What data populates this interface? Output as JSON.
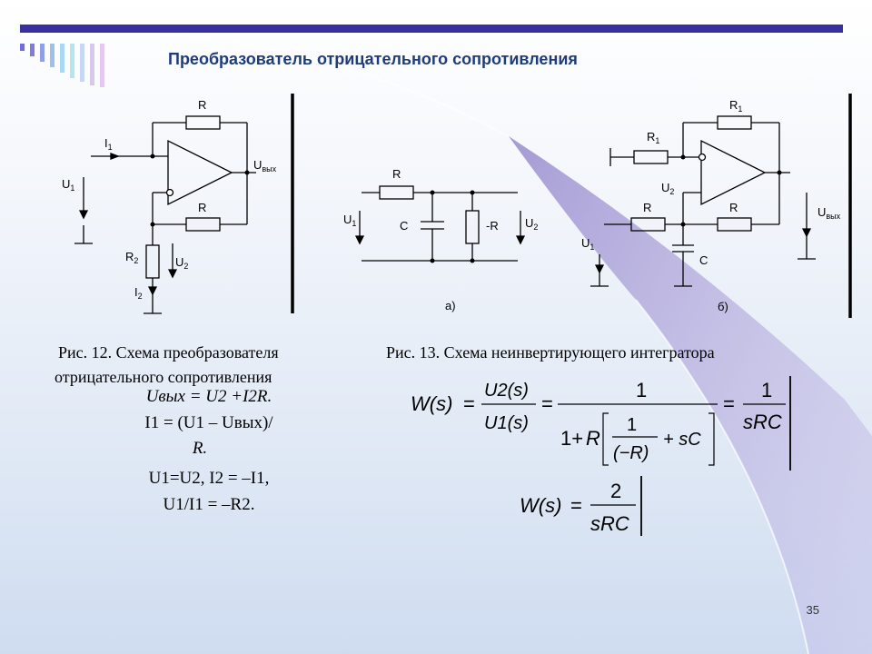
{
  "slide": {
    "title": "Преобразователь отрицательного сопротивления",
    "page_number": "35"
  },
  "fig12": {
    "caption_line1": "Рис. 12. Схема преобразователя",
    "caption_line2": "отрицательного сопротивления",
    "labels": {
      "r_top": "R",
      "r_mid": "R",
      "r2": "R",
      "r2_sub": "2",
      "i1": "I",
      "i1_sub": "1",
      "u1": "U",
      "u1_sub": "1",
      "uout": "U",
      "uout_sub": "вых",
      "u2": "U",
      "u2_sub": "2",
      "i2": "I",
      "i2_sub": "2"
    },
    "equations": [
      "Uвых = U2 +I2R.",
      "I1 = (U1 – Uвых)/",
      "R.",
      "U1=U2, I2 = –I1,",
      "U1/I1 = –R2."
    ]
  },
  "fig13": {
    "caption": "Рис. 13. Схема неинвертирующего интегратора",
    "part_a_label": "а)",
    "part_b_label": "б)",
    "labels_a": {
      "r": "R",
      "c": "C",
      "neg_r": "-R",
      "u1": "U",
      "u1_sub": "1",
      "u2": "U",
      "u2_sub": "2"
    },
    "labels_b": {
      "r1_top": "R",
      "r1_top_sub": "1",
      "r1_left": "R",
      "r1_left_sub": "1",
      "u2": "U",
      "u2_sub": "2",
      "r_left": "R",
      "r_right": "R",
      "c": "C",
      "u1": "U",
      "u1_sub": "1",
      "uout": "U",
      "uout_sub": "вых"
    },
    "formula1": {
      "lhs": "W(s)",
      "num": "U2(s)",
      "den": "U1(s)",
      "big_num": "1",
      "one_plus": "1+",
      "r": "R",
      "inner_num": "1",
      "inner_den": "(−R)",
      "plus_src": "+ sC",
      "result_num": "1",
      "result_den": "sRC"
    },
    "formula2": {
      "lhs": "W(s)",
      "num": "2",
      "den": "sRC"
    }
  }
}
